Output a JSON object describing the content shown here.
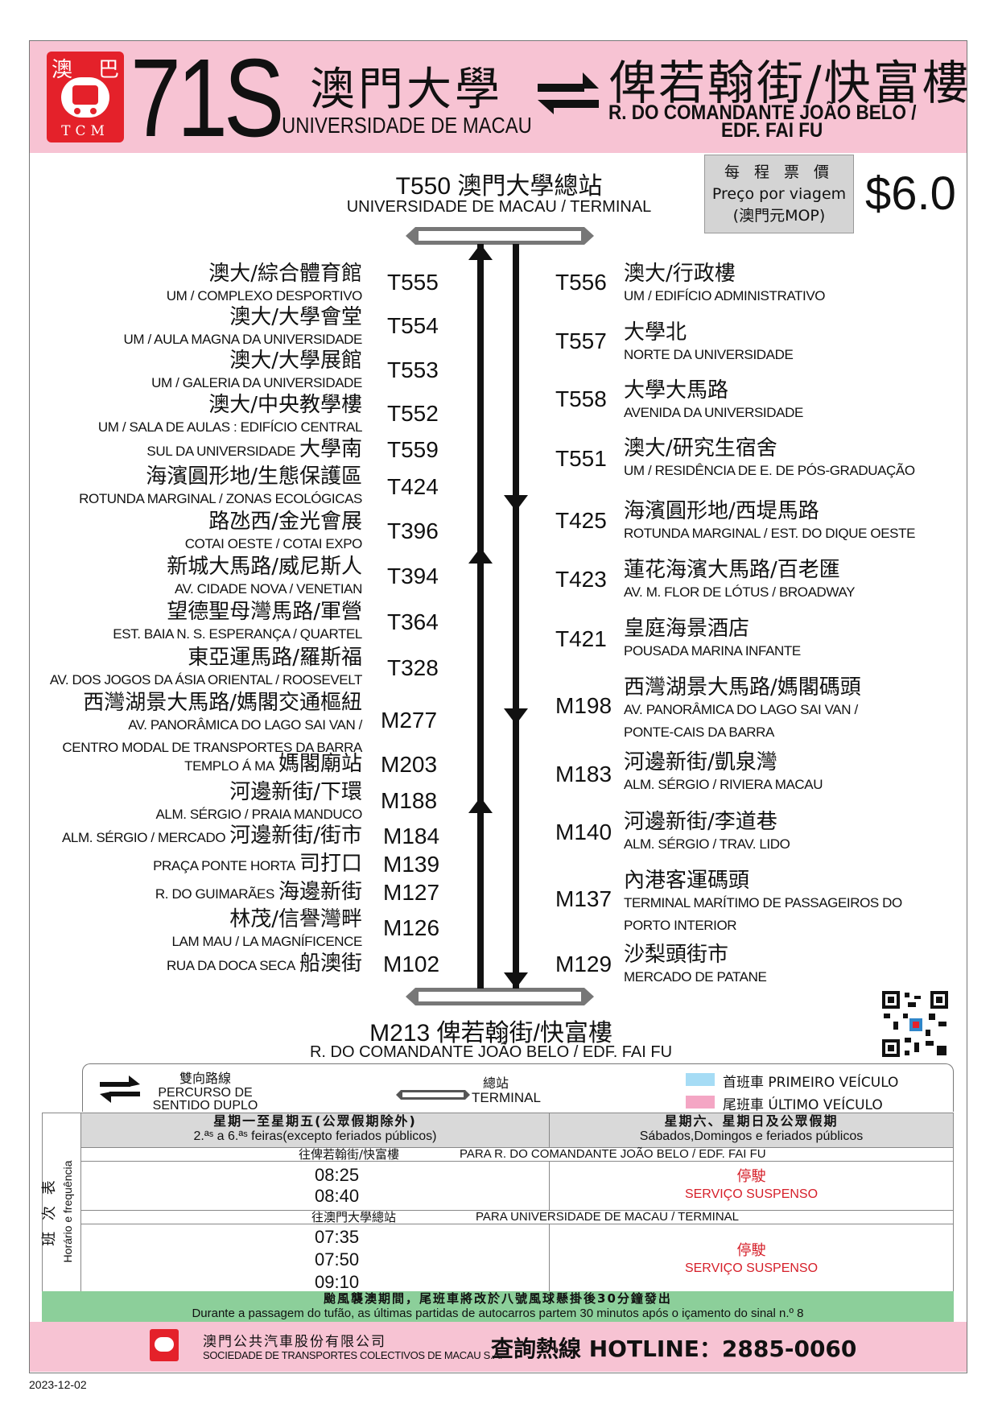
{
  "header": {
    "logo_top_left": "澳",
    "logo_top_right": "巴",
    "logo_bottom": "TCM",
    "route": "71S",
    "origin_zh": "澳門大學",
    "origin_pt": "UNIVERSIDADE DE MACAU",
    "dest_zh": "俾若翰街/快富樓",
    "dest_pt_1": "R. DO COMANDANTE JOÃO BELO /",
    "dest_pt_2": "EDF. FAI FU"
  },
  "fare": {
    "label_zh": "每 程 票 價",
    "label_pt": "Preço por viagem",
    "label_cur": "(澳門元MOP)",
    "value": "$6.0"
  },
  "terminal_top": {
    "zh": "T550 澳門大學總站",
    "pt": "UNIVERSIDADE DE MACAU / TERMINAL"
  },
  "terminal_bottom": {
    "zh": "M213 俾若翰街/快富樓",
    "pt": "R. DO COMANDANTE JOÃO BELO / EDF. FAI FU"
  },
  "left_stops": [
    {
      "code": "T555",
      "zh": "澳大/綜合體育館",
      "pt": "UM / COMPLEXO DESPORTIVO"
    },
    {
      "code": "T554",
      "zh": "澳大/大學會堂",
      "pt": "UM / AULA MAGNA DA UNIVERSIDADE"
    },
    {
      "code": "T553",
      "zh": "澳大/大學展館",
      "pt": "UM / GALERIA DA UNIVERSIDADE"
    },
    {
      "code": "T552",
      "zh": "澳大/中央教學樓",
      "pt": "UM / SALA DE AULAS : EDIFÍCIO CENTRAL"
    },
    {
      "code": "T559",
      "zh": "大學南",
      "pt": "SUL DA UNIVERSIDADE"
    },
    {
      "code": "T424",
      "zh": "海濱圓形地/生態保護區",
      "pt": "ROTUNDA MARGINAL / ZONAS ECOLÓGICAS"
    },
    {
      "code": "T396",
      "zh": "路氹西/金光會展",
      "pt": "COTAI OESTE / COTAI EXPO"
    },
    {
      "code": "T394",
      "zh": "新城大馬路/威尼斯人",
      "pt": "AV. CIDADE NOVA / VENETIAN"
    },
    {
      "code": "T364",
      "zh": "望德聖母灣馬路/軍營",
      "pt": "EST. BAIA N. S. ESPERANÇA / QUARTEL"
    },
    {
      "code": "T328",
      "zh": "東亞運馬路/羅斯福",
      "pt": "AV. DOS JOGOS DA ÁSIA ORIENTAL / ROOSEVELT"
    },
    {
      "code": "M277",
      "zh": "西灣湖景大馬路/媽閣交通樞紐",
      "pt": "AV. PANORÂMICA DO LAGO SAI VAN /",
      "pt2": "CENTRO MODAL DE TRANSPORTES DA BARRA"
    },
    {
      "code": "M203",
      "zh": "媽閣廟站",
      "pt": "TEMPLO Á MA"
    },
    {
      "code": "M188",
      "zh": "河邊新街/下環",
      "pt": "ALM. SÉRGIO / PRAIA MANDUCO"
    },
    {
      "code": "M184",
      "zh": "河邊新街/街市",
      "pt": "ALM. SÉRGIO / MERCADO"
    },
    {
      "code": "M139",
      "zh": "司打口",
      "pt": "PRAÇA PONTE HORTA"
    },
    {
      "code": "M127",
      "zh": "海邊新街",
      "pt": "R. DO GUIMARÃES"
    },
    {
      "code": "M126",
      "zh": "林茂/信譽灣畔",
      "pt": "LAM MAU / LA MAGNÍFICENCE"
    },
    {
      "code": "M102",
      "zh": "船澳街",
      "pt": "RUA DA DOCA SECA"
    }
  ],
  "right_stops": [
    {
      "code": "T556",
      "zh": "澳大/行政樓",
      "pt": "UM / EDIFÍCIO ADMINISTRATIVO"
    },
    {
      "code": "T557",
      "zh": "大學北",
      "pt": "NORTE DA UNIVERSIDADE"
    },
    {
      "code": "T558",
      "zh": "大學大馬路",
      "pt": "AVENIDA DA UNIVERSIDADE"
    },
    {
      "code": "T551",
      "zh": "澳大/研究生宿舍",
      "pt": "UM / RESIDÊNCIA DE E. DE PÓS-GRADUAÇÃO"
    },
    {
      "code": "T425",
      "zh": "海濱圓形地/西堤馬路",
      "pt": "ROTUNDA MARGINAL / EST. DO DIQUE OESTE"
    },
    {
      "code": "T423",
      "zh": "蓮花海濱大馬路/百老匯",
      "pt": "AV. M. FLOR DE LÓTUS / BROADWAY"
    },
    {
      "code": "T421",
      "zh": "皇庭海景酒店",
      "pt": "POUSADA MARINA INFANTE"
    },
    {
      "code": "M198",
      "zh": "西灣湖景大馬路/媽閣碼頭",
      "pt": "AV. PANORÂMICA DO LAGO SAI VAN /",
      "pt2": "PONTE-CAIS DA BARRA"
    },
    {
      "code": "M183",
      "zh": "河邊新街/凱泉灣",
      "pt": "ALM. SÉRGIO / RIVIERA MACAU"
    },
    {
      "code": "M140",
      "zh": "河邊新街/李道巷",
      "pt": "ALM. SÉRGIO / TRAV. LIDO"
    },
    {
      "code": "M137",
      "zh": "內港客運碼頭",
      "pt": "TERMINAL MARÍTIMO DE PASSAGEIROS DO",
      "pt2": "PORTO INTERIOR"
    },
    {
      "code": "M129",
      "zh": "沙梨頭街市",
      "pt": "MERCADO DE PATANE"
    }
  ],
  "legend": {
    "bidir_zh": "雙向路線",
    "bidir_pt1": "PERCURSO DE",
    "bidir_pt2": "SENTIDO DUPLO",
    "terminal_zh": "總站",
    "terminal_pt": "TERMINAL",
    "first_bus": "首班車 PRIMEIRO VEÍCULO",
    "last_bus": "尾班車 ÚLTIMO VEÍCULO",
    "first_color": "#a6dcf5",
    "last_color": "#f4a6c4"
  },
  "timetable": {
    "side_zh": "班 次 表",
    "side_pt": "Horário e frequência",
    "weekday_zh": "星期一至星期五(公眾假期除外)",
    "weekday_pt": "2.ªˢ a 6.ªˢ feiras(excepto feriados públicos)",
    "weekend_zh": "星期六、星期日及公眾假期",
    "weekend_pt": "Sábados,Domingos e feriados públicos",
    "dir1_zh": "往俾若翰街/快富樓",
    "dir1_pt": "PARA R. DO COMANDANTE JOÃO BELO / EDF. FAI FU",
    "dir1_times": [
      "08:25",
      "08:40"
    ],
    "dir2_zh": "往澳門大學總站",
    "dir2_pt": "PARA UNIVERSIDADE DE MACAU / TERMINAL",
    "dir2_times": [
      "07:35",
      "07:50",
      "09:10"
    ],
    "suspended_zh": "停駛",
    "suspended_pt": "SERVIÇO SUSPENSO"
  },
  "typhoon": {
    "zh": "颱風襲澳期間，尾班車將改於八號風球懸掛後30分鐘發出",
    "pt": "Durante a passagem do tufão, as últimas partidas de autocarros partem 30 minutos após o içamento do sinal n.º 8"
  },
  "footer": {
    "company_zh": "澳門公共汽車股份有限公司",
    "company_pt": "SOCIEDADE DE TRANSPORTES COLECTIVOS DE MACAU S.A.",
    "hotline": "查詢熱線 HOTLINE：2885-0060"
  },
  "date": "2023-12-02",
  "colors": {
    "header_pink": "#f7c3d3",
    "logo_red": "#e4212a",
    "suspended_red": "#d6202a",
    "typhoon_green": "#8ccf9a"
  }
}
